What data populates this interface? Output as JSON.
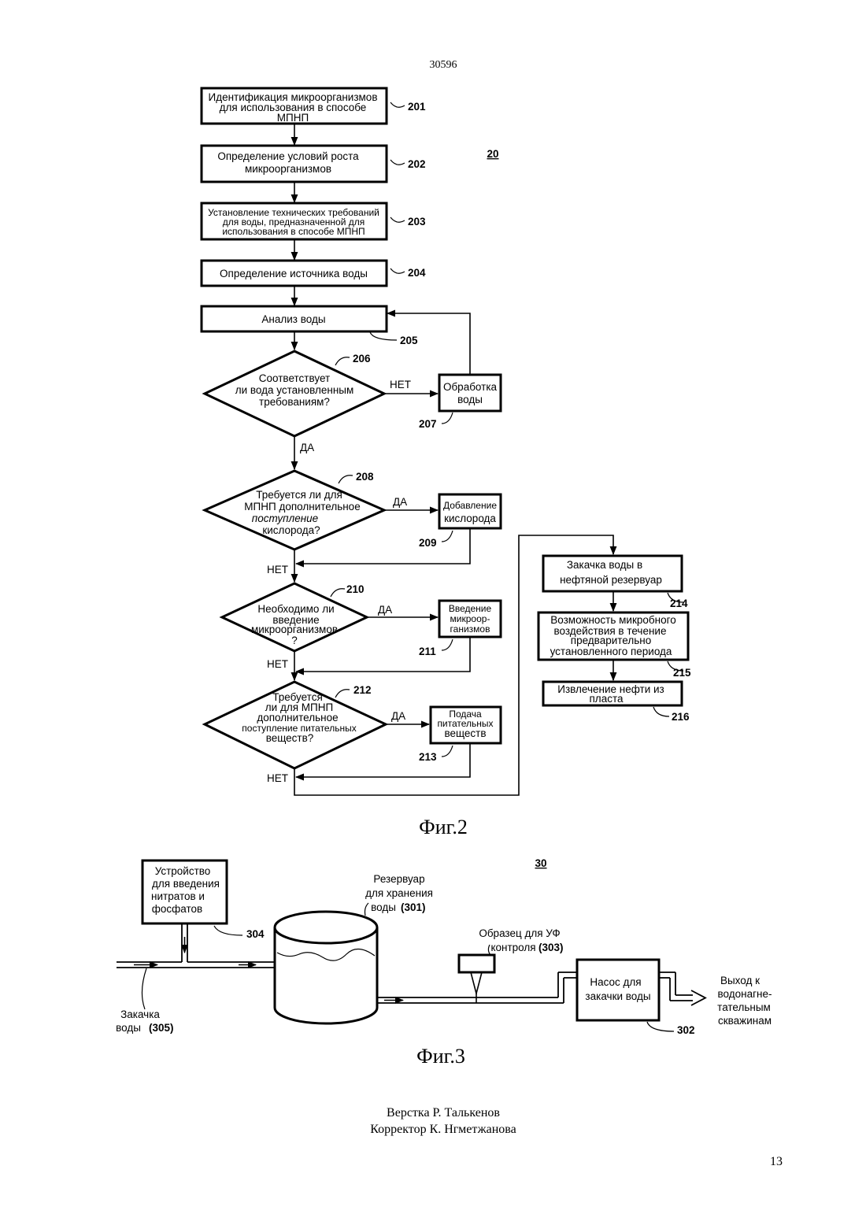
{
  "page": {
    "number_top": "30596",
    "number_bottom": "13",
    "credits": [
      "Верстка Р. Талькенов",
      "Корректор К. Нгметжанова"
    ]
  },
  "fig2": {
    "caption": "Фиг.2",
    "label": "20",
    "steps": {
      "s201": {
        "lines": [
          "Идентификация микроорганизмов",
          "для использования в способе",
          "МПНП"
        ],
        "ref": "201"
      },
      "s202": {
        "lines": [
          "Определение условий роста",
          "микроорганизмов"
        ],
        "ref": "202"
      },
      "s203": {
        "lines": [
          "Установление технических требований",
          "для воды, предназначенной для",
          "использования в способе МПНП"
        ],
        "ref": "203"
      },
      "s204": {
        "lines": [
          "Определение источника воды"
        ],
        "ref": "204"
      },
      "s205": {
        "lines": [
          "Анализ воды"
        ],
        "ref": "205"
      },
      "s206": {
        "lines": [
          "Соответствует",
          "ли вода установленным",
          "требованиям?"
        ],
        "ref": "206"
      },
      "s207": {
        "lines": [
          "Обработка",
          "воды"
        ],
        "ref": "207"
      },
      "s208": {
        "lines": [
          "Требуется ли для",
          "МПНП дополнительное",
          "поступление",
          "кислорода?"
        ],
        "ref": "208"
      },
      "s209": {
        "lines": [
          "Добавление",
          "кислорода"
        ],
        "ref": "209"
      },
      "s210": {
        "lines": [
          "Необходимо ли",
          "введение",
          "микроорганизмов",
          "?"
        ],
        "ref": "210"
      },
      "s211": {
        "lines": [
          "Введение",
          "микроор-",
          "ганизмов"
        ],
        "ref": "211"
      },
      "s212": {
        "lines": [
          "Требуется",
          "ли для МПНП",
          "дополнительное",
          "поступление питательных",
          "веществ?"
        ],
        "ref": "212"
      },
      "s213": {
        "lines": [
          "Подача",
          "питательных",
          "веществ"
        ],
        "ref": "213"
      },
      "s214": {
        "lines": [
          "Закачка воды в",
          "нефтяной резервуар"
        ],
        "ref": "214"
      },
      "s215": {
        "lines": [
          "Возможность микробного",
          "воздействия в течение",
          "предварительно",
          "установленного периода"
        ],
        "ref": "215"
      },
      "s216": {
        "lines": [
          "Извлечение нефти из",
          "пласта"
        ],
        "ref": "216"
      }
    },
    "edge_labels": {
      "no": "НЕТ",
      "yes": "ДА"
    }
  },
  "fig3": {
    "caption": "Фиг.3",
    "label": "30",
    "device": {
      "lines": [
        "Устройство",
        "для введения",
        "нитратов и",
        "фосфатов"
      ],
      "ref": "304"
    },
    "tank": {
      "lines": [
        "Резервуар",
        "для хранения",
        "воды"
      ],
      "ref": "(301)"
    },
    "uv": {
      "lines": [
        "Образец для УФ",
        "контроля"
      ],
      "ref": "(303)"
    },
    "pump": {
      "lines": [
        "Насос для",
        "закачки воды"
      ],
      "ref": "302"
    },
    "inlet": {
      "lines": [
        "Закачка",
        "воды"
      ],
      "ref": "(305)"
    },
    "outlet": {
      "lines": [
        "Выход к",
        "водонагне-",
        "тательным",
        "скважинам"
      ]
    }
  }
}
